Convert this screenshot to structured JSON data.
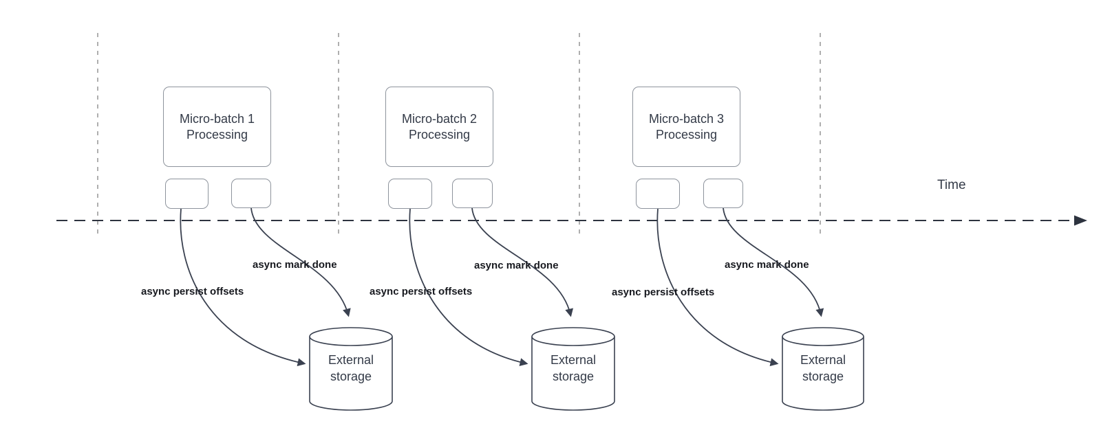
{
  "colors": {
    "stroke_dark": "#3a4150",
    "stroke_gray": "#8d939c",
    "guide_gray": "#9b9b9b",
    "text_dark": "#333a47",
    "label_black": "#17191f",
    "background": "#ffffff"
  },
  "time_axis": {
    "label": "Time"
  },
  "groups": [
    {
      "process_label": "Micro-batch 1\nProcessing",
      "persist_label": "async persist offsets",
      "mark_label": "async mark done",
      "storage_label": "External\nstorage"
    },
    {
      "process_label": "Micro-batch 2\nProcessing",
      "persist_label": "async persist offsets",
      "mark_label": "async mark done",
      "storage_label": "External\nstorage"
    },
    {
      "process_label": "Micro-batch 3\nProcessing",
      "persist_label": "async persist offsets",
      "mark_label": "async mark done",
      "storage_label": "External\nstorage"
    }
  ]
}
